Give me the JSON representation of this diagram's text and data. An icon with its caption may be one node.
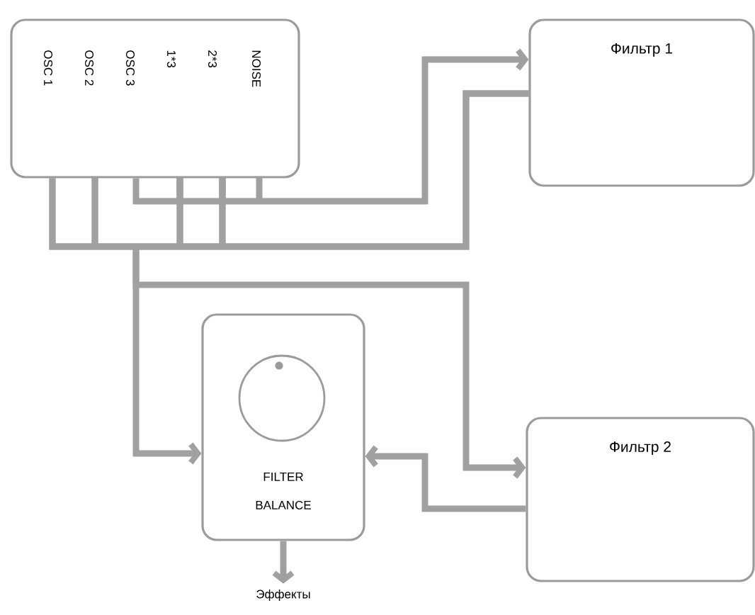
{
  "diagram": {
    "nodes": [
      {
        "text": [
          "OSC 1",
          "OSC 2",
          "OSC 3",
          "1*3",
          "2*3",
          "NOISE"
        ]
      },
      {
        "text": [
          "Фильтр 1"
        ]
      },
      {
        "text": [
          "FILTER BALANCE"
        ]
      },
      {
        "text": [
          "Фильтр 2"
        ]
      },
      {
        "text": [
          "Эффекты"
        ]
      }
    ],
    "edges": [
      {
        "from": 0,
        "to": 1,
        "arrow": "to"
      },
      {
        "from": 0,
        "to": 2,
        "arrow": "to"
      },
      {
        "from": 0,
        "to": 3,
        "arrow": "to"
      },
      {
        "from": 1,
        "to": 2,
        "arrow": "to"
      },
      {
        "from": 1,
        "to": 3,
        "arrow": "to"
      },
      {
        "from": 3,
        "to": 2,
        "arrow": "to"
      },
      {
        "from": 2,
        "to": 4,
        "arrow": "to"
      }
    ]
  }
}
